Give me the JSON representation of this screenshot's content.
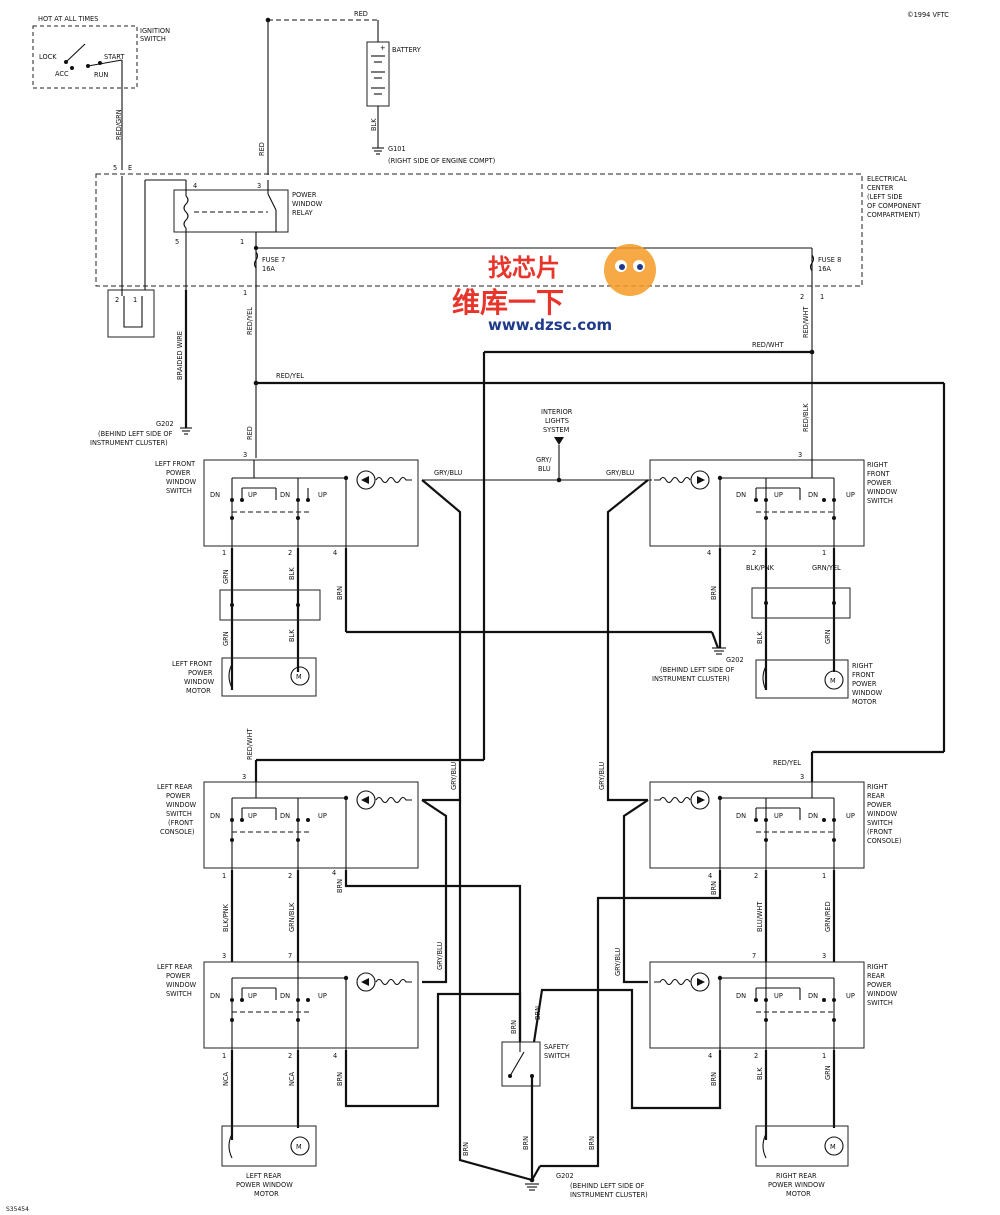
{
  "copyright": "©1994 VFTC",
  "figure_id": "S35454",
  "ignition": {
    "hot": "HOT AT ALL TIMES",
    "label": [
      "IGNITION",
      "SWITCH"
    ],
    "lock": "LOCK",
    "acc": "ACC",
    "run": "RUN",
    "start": "START",
    "wire": "RED/GRN",
    "pin5": "5",
    "pinE": "E"
  },
  "battery": {
    "label": "BATTERY",
    "wire_top": "RED",
    "wire_bot": "BLK",
    "plus": "+",
    "ground": "G101",
    "ground_note": "(RIGHT SIDE OF ENGINE COMPT)"
  },
  "main_feed": "RED",
  "electrical_center": [
    "ELECTRICAL",
    "CENTER",
    "(LEFT SIDE",
    "OF COMPONENT",
    "COMPARTMENT)"
  ],
  "relay": {
    "label": [
      "POWER",
      "WINDOW",
      "RELAY"
    ],
    "pin4": "4",
    "pin3": "3",
    "pin5": "5",
    "pin1": "1"
  },
  "fuse7": {
    "name": "FUSE 7",
    "rating": "16A",
    "pin": "1"
  },
  "fuse8": {
    "name": "FUSE 8",
    "rating": "16A",
    "pin2": "2",
    "pin1": "1"
  },
  "connector": {
    "p2": "2",
    "p1": "1"
  },
  "wires": {
    "braided": "BRAIDED WIRE",
    "red_yel": "RED/YEL",
    "red_wht": "RED/WHT",
    "red_blk": "RED/BLK",
    "red": "RED",
    "gry_blu": "GRY/BLU",
    "grn": "GRN",
    "blk": "BLK",
    "brn": "BRN",
    "blk_pnk": "BLK/PNK",
    "grn_yel": "GRN/YEL",
    "blk_pnk2": "BLK/PNK",
    "grn_blk": "GRN/BLK",
    "blu_wht": "BLU/WHT",
    "grn_red": "GRN/RED",
    "nca": "NCA",
    "gry": "GRY/",
    "blu": "BLU"
  },
  "g202_top": {
    "name": "G202",
    "note": [
      "(BEHIND LEFT SIDE OF",
      "INSTRUMENT CLUSTER)"
    ]
  },
  "interior": [
    "INTERIOR",
    "LIGHTS",
    "SYSTEM"
  ],
  "switches": {
    "lf": [
      "LEFT FRONT",
      "POWER",
      "WINDOW",
      "SWITCH"
    ],
    "rf": [
      "RIGHT",
      "FRONT",
      "POWER",
      "WINDOW",
      "SWITCH"
    ],
    "lrc": [
      "LEFT REAR",
      "POWER",
      "WINDOW",
      "SWITCH",
      "(FRONT",
      "CONSOLE)"
    ],
    "rrc": [
      "RIGHT",
      "REAR",
      "POWER",
      "WINDOW",
      "SWITCH",
      "(FRONT",
      "CONSOLE)"
    ],
    "lr": [
      "LEFT REAR",
      "POWER",
      "WINDOW",
      "SWITCH"
    ],
    "rr": [
      "RIGHT",
      "REAR",
      "POWER",
      "WINDOW",
      "SWITCH"
    ]
  },
  "switch_text": {
    "dn": "DN",
    "up": "UP"
  },
  "pins": {
    "p1": "1",
    "p2": "2",
    "p3": "3",
    "p4": "4",
    "p7": "7"
  },
  "motors": {
    "lf": [
      "LEFT FRONT",
      "POWER",
      "WINDOW",
      "MOTOR"
    ],
    "rf": [
      "RIGHT",
      "FRONT",
      "POWER",
      "WINDOW",
      "MOTOR"
    ],
    "lr": [
      "LEFT REAR",
      "POWER WINDOW",
      "MOTOR"
    ],
    "rr": [
      "RIGHT REAR",
      "POWER WINDOW",
      "MOTOR"
    ],
    "m": "M"
  },
  "g202_mid": {
    "name": "G202",
    "note": [
      "(BEHIND LEFT SIDE OF",
      "INSTRUMENT CLUSTER)"
    ]
  },
  "safety": [
    "SAFETY",
    "SWITCH"
  ],
  "g202_bot": {
    "name": "G202",
    "note": "(BEHIND LEFT SIDE OF",
    "note2": "INSTRUMENT CLUSTER)"
  },
  "watermark": {
    "top": "找芯片",
    "cn": "维库一下",
    "url": "www.dzsc.com"
  },
  "colors": {
    "ink": "#111111",
    "wm_red": "#e8352c",
    "wm_blue": "#1f3a8a",
    "wm_orange": "#f59a23"
  }
}
